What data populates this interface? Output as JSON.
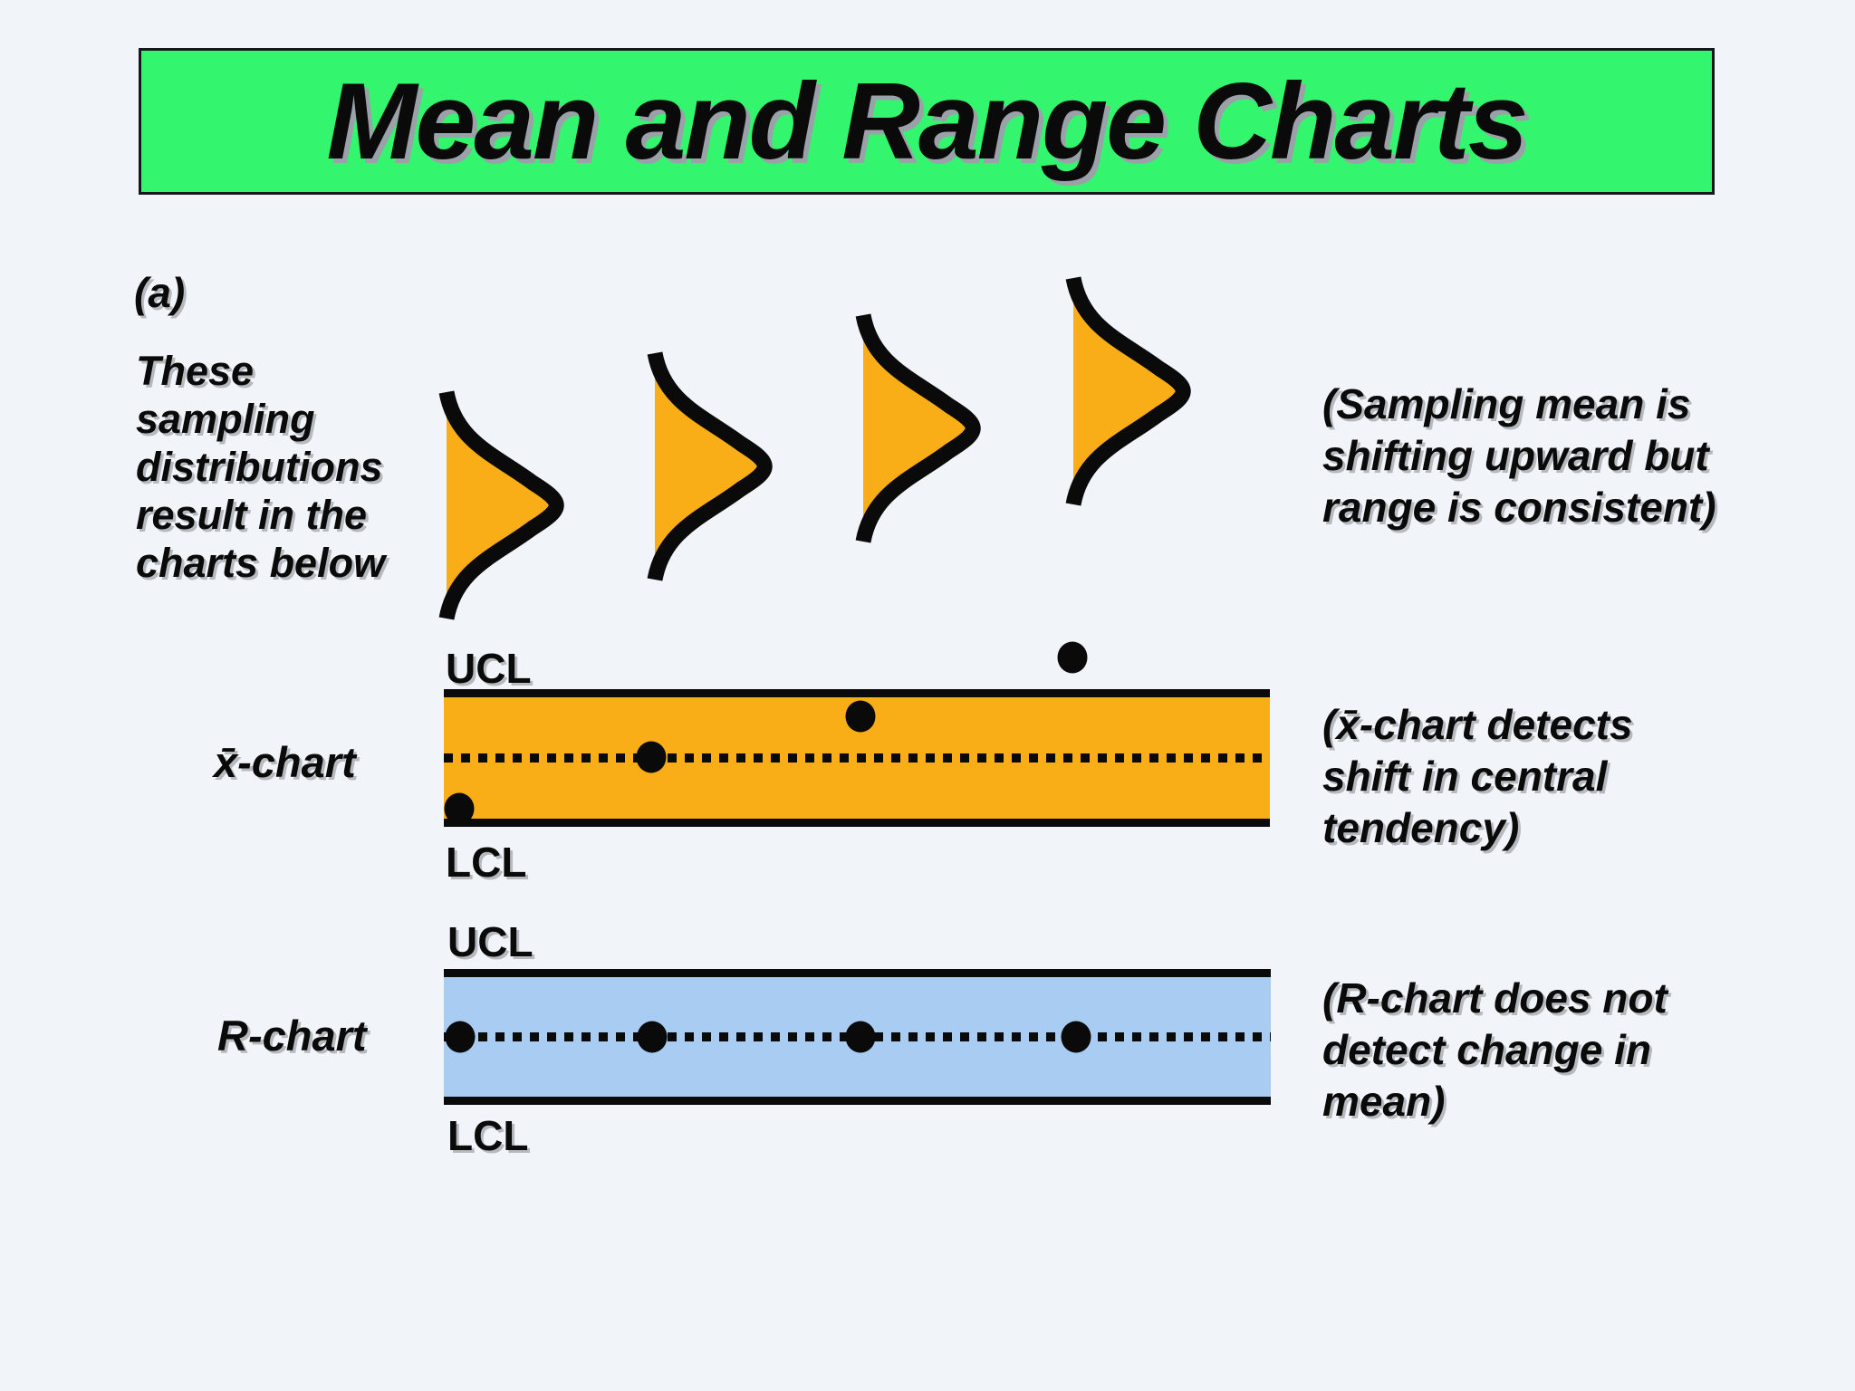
{
  "colors": {
    "background": "#f1f5f9",
    "banner_green": "#33f56e",
    "xbar_band_orange": "#f9ae18",
    "r_band_blue": "#a9cdf2",
    "ink_black": "#0a0a0a"
  },
  "title": "Mean and Range Charts",
  "panel_label": "(a)",
  "intro_lines": [
    "These",
    "sampling",
    "distributions",
    "result in the",
    "charts below"
  ],
  "sampling_note_lines": [
    "(Sampling mean is",
    "shifting upward but",
    "range is consistent)"
  ],
  "xbar_chart": {
    "name": "x̄-chart",
    "ucl": "UCL",
    "lcl": "LCL",
    "note_lines": [
      "(x̄-chart detects",
      "shift in central",
      "tendency)"
    ]
  },
  "r_chart": {
    "name": "R-chart",
    "ucl": "UCL",
    "lcl": "LCL",
    "note_lines": [
      "(R-chart does not",
      "detect change in",
      "mean)"
    ]
  },
  "distributions": {
    "count": 4,
    "fill": "#f9ae18",
    "meaning": "sampling distributions shifting upward left to right with constant spread"
  },
  "chart_data": [
    {
      "type": "scatter",
      "title": "x-bar control chart",
      "description": "Four sample means plotted between LCL and UCL; values rise steadily and the fourth point falls above the UCL",
      "y_scale": "0 = center line, +1 = UCL, -1 = LCL",
      "points": [
        {
          "x": 0.019,
          "y": -0.78
        },
        {
          "x": 0.251,
          "y": 0.01
        },
        {
          "x": 0.504,
          "y": 0.64
        },
        {
          "x": 0.761,
          "y": 1.55
        }
      ]
    },
    {
      "type": "scatter",
      "title": "R control chart",
      "description": "Four sample ranges all lying on the center line; spread unchanged",
      "y_scale": "0 = center line, +1 = UCL, -1 = LCL",
      "points": [
        {
          "x": 0.02,
          "y": 0
        },
        {
          "x": 0.252,
          "y": 0
        },
        {
          "x": 0.504,
          "y": 0
        },
        {
          "x": 0.764,
          "y": 0
        }
      ]
    }
  ]
}
